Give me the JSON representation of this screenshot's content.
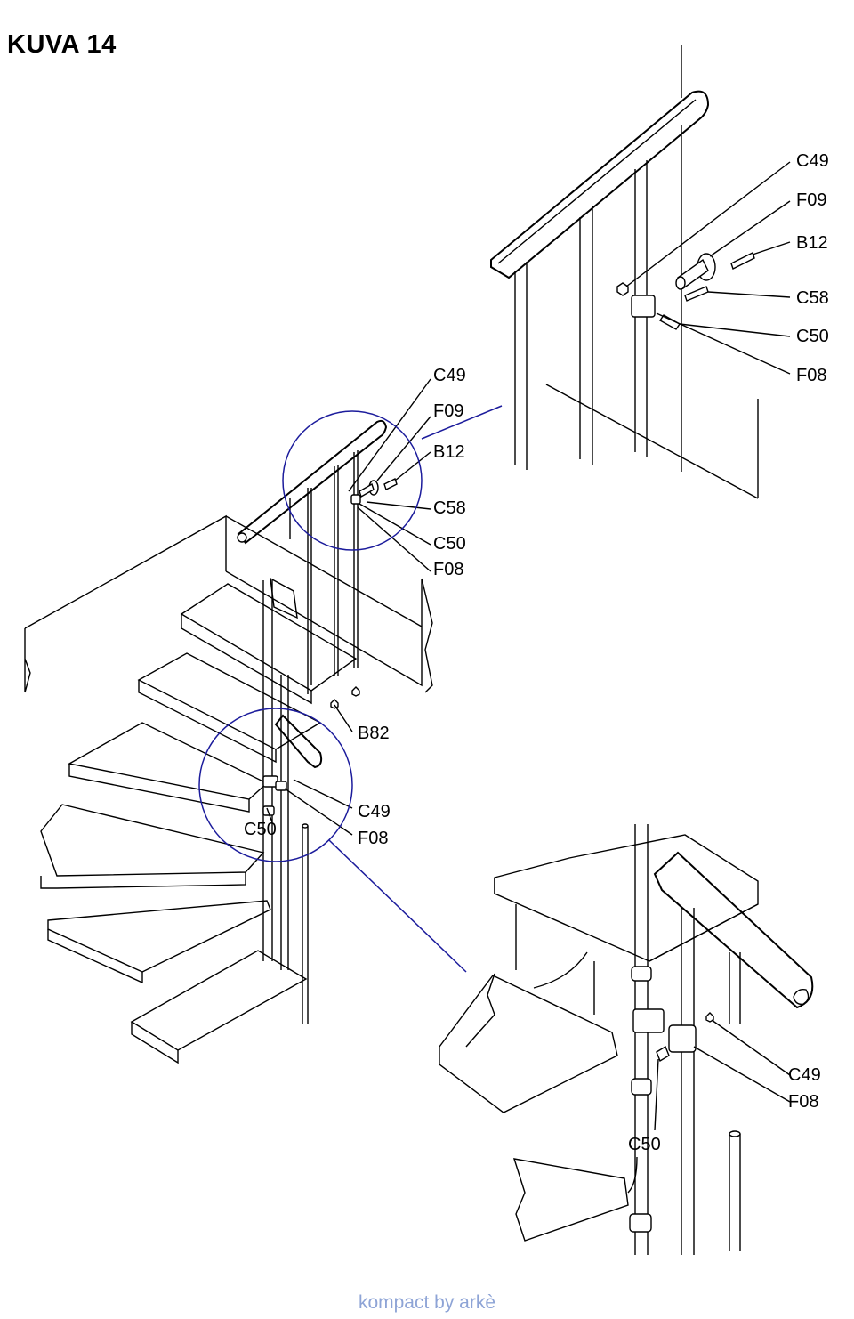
{
  "title": "KUVA 14",
  "footer": "kompact by arkè",
  "callouts": {
    "top_right": [
      "C49",
      "F09",
      "B12",
      "C58",
      "C50",
      "F08"
    ],
    "middle_top": [
      "C49",
      "F09",
      "B12",
      "C58",
      "C50",
      "F08"
    ],
    "middle_cap": "B82",
    "middle_lower": [
      "C49",
      "F08"
    ],
    "middle_lower_left": "C50",
    "bottom_right": [
      "C49",
      "F08"
    ],
    "bottom_right_left": "C50"
  },
  "colors": {
    "line": "#000000",
    "detail_circle": "#1c1c9c",
    "footer_text": "#8ea4d6"
  }
}
